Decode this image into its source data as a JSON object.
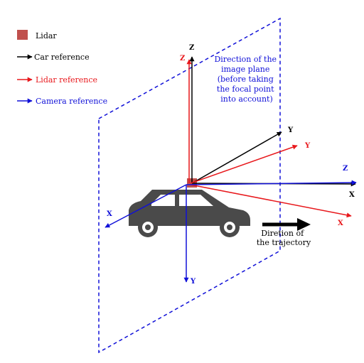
{
  "colors": {
    "car": "#000000",
    "lidar": "#e8181c",
    "camera": "#1010d8",
    "lidar_marker": "#c0504d",
    "car_body": "#4a4a4a"
  },
  "legend": {
    "lidar": "Lidar",
    "car_reference": "Car reference",
    "lidar_reference": "Lidar reference",
    "camera_reference": "Camera reference"
  },
  "image_plane_note": [
    "Direction of the",
    "image plane",
    "(before taking",
    "the focal point",
    "into account)"
  ],
  "trajectory_note": [
    "Diretion of",
    "the trajectory"
  ],
  "axes": {
    "car": {
      "z": "Z",
      "y": "Y",
      "x": "X"
    },
    "lidar": {
      "z": "Z",
      "y": "Y",
      "x": "X"
    },
    "camera": {
      "z": "Z",
      "x": "X",
      "y": "Y"
    }
  },
  "icons": {
    "car": "car-icon",
    "trajectory_arrow": "thick-arrow-right-icon"
  }
}
